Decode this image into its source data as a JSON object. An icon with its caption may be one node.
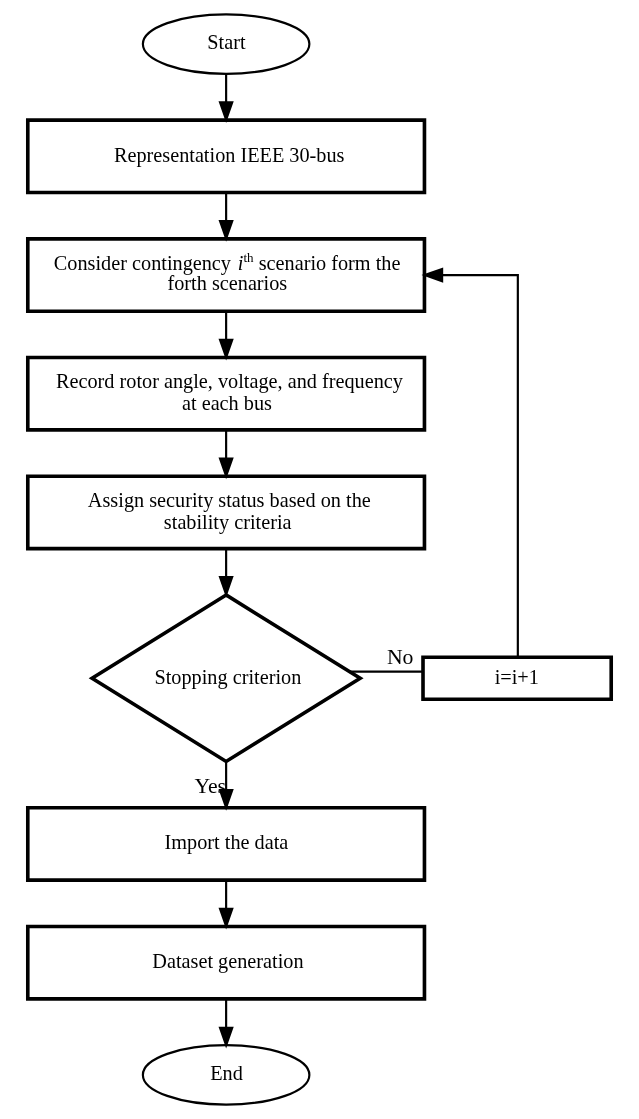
{
  "diagram": {
    "nodes": [
      {
        "text": [
          "Start"
        ]
      },
      {
        "text": [
          "Representation IEEE 30-bus"
        ]
      },
      {
        "text": [
          "Consider contingency *i*$^{th}$ scenario form the forth scenarios"
        ]
      },
      {
        "text": [
          "Record rotor angle, voltage, and frequency at each bus"
        ]
      },
      {
        "text": [
          "Assign security status based on the stability criteria"
        ]
      },
      {
        "text": [
          "Stopping criterion"
        ]
      },
      {
        "text": [
          "i=i+1"
        ]
      },
      {
        "text": [
          "Import the data"
        ]
      },
      {
        "text": [
          "Dataset generation"
        ]
      },
      {
        "text": [
          "End"
        ]
      }
    ],
    "edges": [
      {
        "from": 0,
        "to": 1,
        "arrow": "to"
      },
      {
        "from": 1,
        "to": 2,
        "arrow": "to"
      },
      {
        "from": 2,
        "to": 3,
        "arrow": "to"
      },
      {
        "from": 3,
        "to": 4,
        "arrow": "to"
      },
      {
        "from": 4,
        "to": 5,
        "arrow": "to"
      },
      {
        "from": 5,
        "to": 6,
        "label": "No",
        "arrow": "none"
      },
      {
        "from": 6,
        "to": 2,
        "arrow": "to"
      },
      {
        "from": 5,
        "to": 7,
        "label": "Yes",
        "arrow": "to"
      },
      {
        "from": 7,
        "to": 8,
        "arrow": "to"
      },
      {
        "from": 8,
        "to": 9,
        "arrow": "to"
      }
    ]
  }
}
